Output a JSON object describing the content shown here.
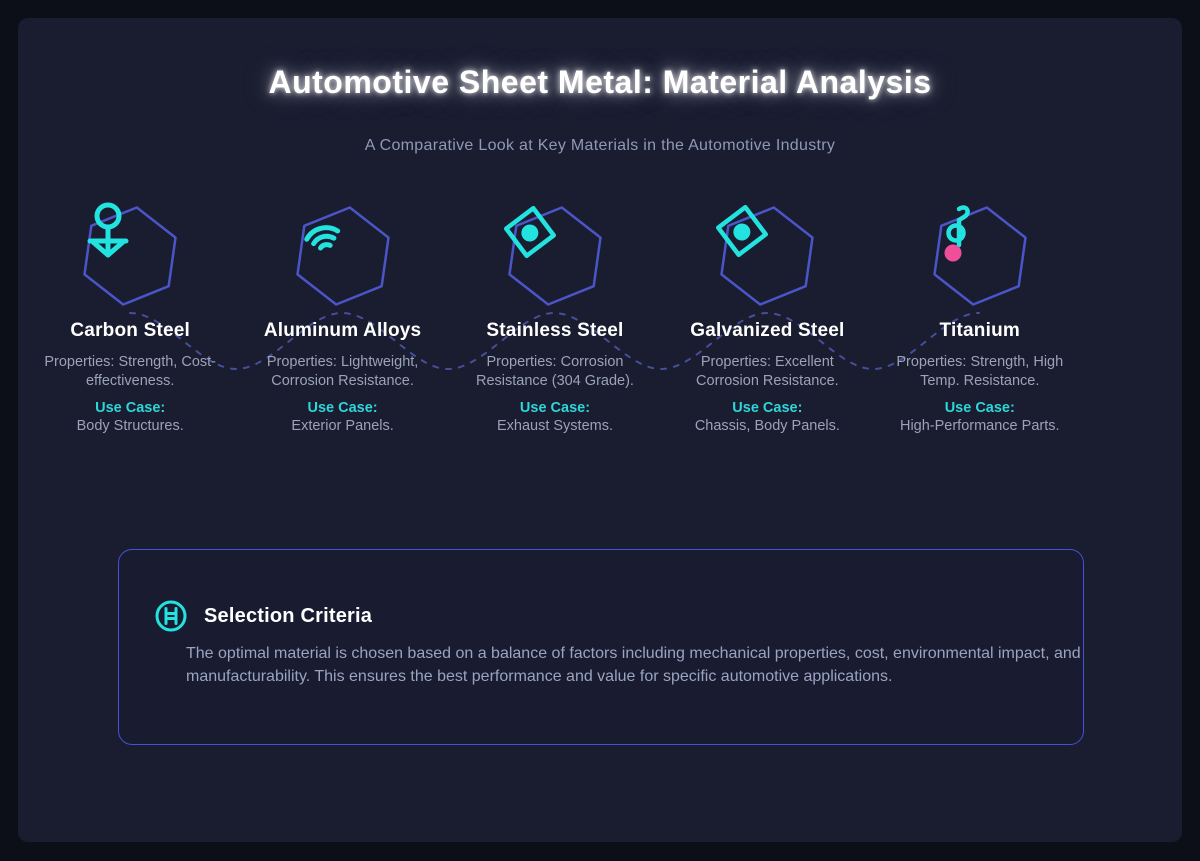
{
  "page": {
    "title": "Automotive Sheet Metal: Material Analysis",
    "subtitle": "A Comparative Look at Key Materials in the Automotive Industry"
  },
  "labels": {
    "use_case": "Use Case:"
  },
  "materials": [
    {
      "name": "Carbon Steel",
      "icon": "anchor-icon",
      "properties": "Properties: Strength, Cost-effectiveness.",
      "use_case": "Body Structures."
    },
    {
      "name": "Aluminum Alloys",
      "icon": "wifi-icon",
      "properties": "Properties: Lightweight, Corrosion Resistance.",
      "use_case": "Exterior Panels."
    },
    {
      "name": "Stainless Steel",
      "icon": "diamond-target-icon",
      "properties": "Properties: Corrosion Resistance (304 Grade).",
      "use_case": "Exhaust Systems."
    },
    {
      "name": "Galvanized Steel",
      "icon": "diamond-target-icon",
      "properties": "Properties: Excellent Corrosion Resistance.",
      "use_case": "Chassis, Body Panels."
    },
    {
      "name": "Titanium",
      "icon": "music-note-icon",
      "properties": "Properties: Strength, High Temp. Resistance.",
      "use_case": "High-Performance Parts."
    }
  ],
  "criteria": {
    "icon": "circle-h-icon",
    "title": "Selection Criteria",
    "body": "The optimal material is chosen based on a balance of factors including mechanical properties, cost, environmental impact, and manufacturability. This ensures the best performance and value for specific automotive applications."
  },
  "colors": {
    "outer_background": "#0c0e18",
    "panel_background": "#1a1c2f",
    "hexagon_stroke": "#4a55c8",
    "accent_cyan": "#22e3df",
    "use_case_cyan": "#2dd6da",
    "accent_pink": "#ef4f9a",
    "criteria_border": "#4352d8",
    "body_text": "#9aa3b8",
    "subtitle_text": "#8e99b8",
    "connector_dash": "#6372e0"
  }
}
